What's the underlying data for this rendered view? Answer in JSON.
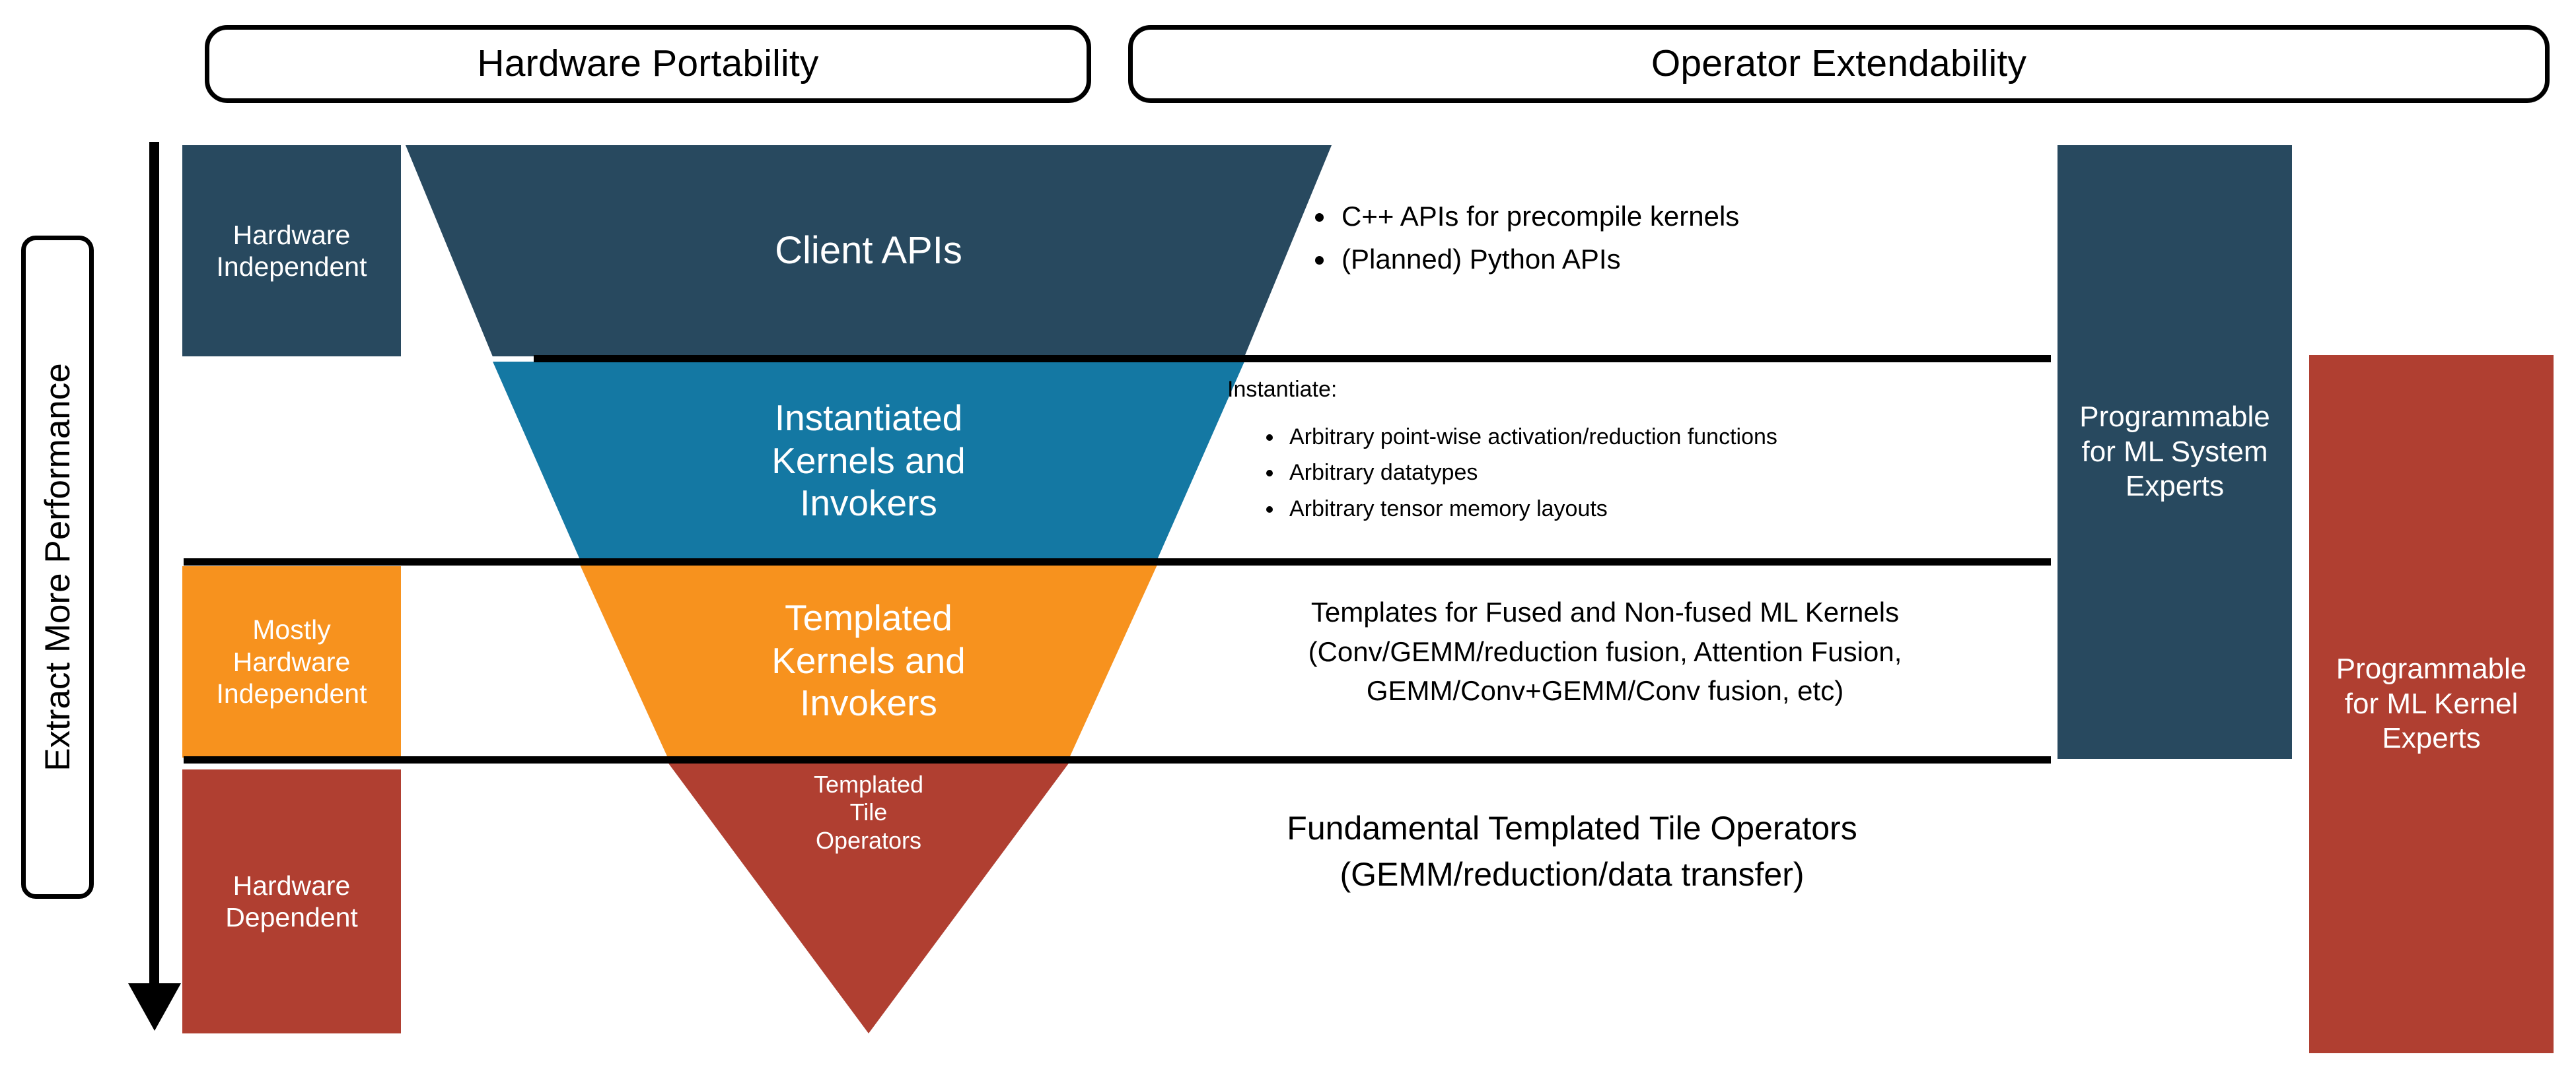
{
  "headers": {
    "hardware_portability": "Hardware Portability",
    "operator_extendability": "Operator Extendability"
  },
  "performance_axis": {
    "label": "Extract More Performance",
    "direction": "downward-arrow"
  },
  "levels": [
    {
      "id": "hardware-independent",
      "label": "Hardware\nIndependent",
      "color": "#28495F"
    },
    {
      "id": "mostly-hardware-independent",
      "label": "Mostly\nHardware\nIndependent",
      "color": "#F7921E"
    },
    {
      "id": "hardware-dependent",
      "label": "Hardware\nDependent",
      "color": "#B03F31"
    }
  ],
  "funnel": [
    {
      "id": "client-apis",
      "label": "Client APIs",
      "color": "#28495F"
    },
    {
      "id": "instantiated-kernels",
      "label": "Instantiated\nKernels and\nInvokers",
      "color": "#1478A3"
    },
    {
      "id": "templated-kernels",
      "label": "Templated\nKernels and\nInvokers",
      "color": "#F7921E"
    },
    {
      "id": "templated-tile-operators",
      "label": "Templated\nTile\nOperators",
      "color": "#B03F31"
    }
  ],
  "descriptions": {
    "client_apis_bullets": [
      "C++ APIs for precompile kernels",
      "(Planned) Python APIs"
    ],
    "instantiate_intro": "Instantiate:",
    "instantiate_bullets": [
      "Arbitrary point-wise activation/reduction functions",
      "Arbitrary datatypes",
      "Arbitrary tensor memory layouts"
    ],
    "templates_lines": [
      "Templates for Fused and Non-fused ML Kernels",
      "(Conv/GEMM/reduction fusion, Attention Fusion,",
      "GEMM/Conv+GEMM/Conv fusion, etc)"
    ],
    "fundamental_lines": [
      "Fundamental Templated Tile Operators",
      "(GEMM/reduction/data transfer)"
    ]
  },
  "personas": [
    {
      "id": "ml-system-experts",
      "label": "Programmable\nfor ML System\nExperts",
      "color": "#28495F"
    },
    {
      "id": "ml-kernel-experts",
      "label": "Programmable\nfor ML Kernel\nExperts",
      "color": "#B03F31"
    }
  ]
}
